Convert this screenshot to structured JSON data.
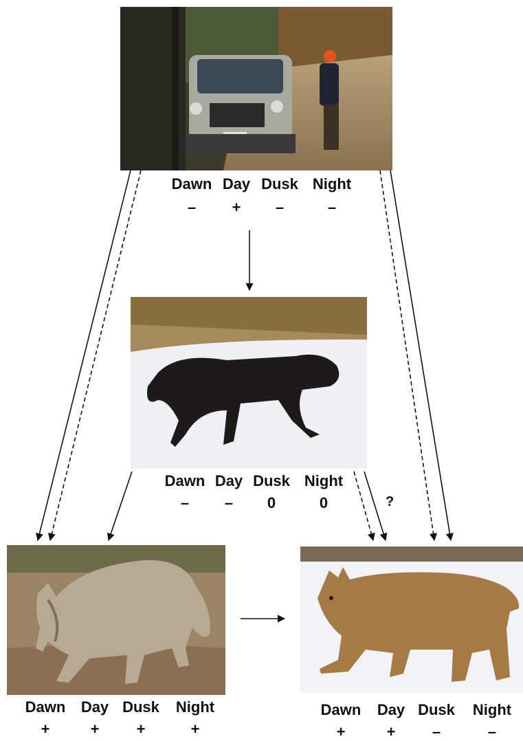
{
  "nodes": {
    "human": {
      "photo_alt": "Vehicle and person",
      "periods": [
        "Dawn",
        "Day",
        "Dusk",
        "Night"
      ],
      "effects": [
        "–",
        "+",
        "–",
        "–"
      ]
    },
    "wolf": {
      "photo_alt": "Wolf",
      "periods": [
        "Dawn",
        "Day",
        "Dusk",
        "Night"
      ],
      "effects": [
        "–",
        "–",
        "0",
        "0"
      ]
    },
    "coyote": {
      "photo_alt": "Coyote",
      "periods": [
        "Dawn",
        "Day",
        "Dusk",
        "Night"
      ],
      "effects": [
        "+",
        "+",
        "+",
        "+"
      ]
    },
    "bobcat": {
      "photo_alt": "Bobcat",
      "periods": [
        "Dawn",
        "Day",
        "Dusk",
        "Night"
      ],
      "effects": [
        "+",
        "+",
        "–",
        "–"
      ]
    }
  },
  "uncertain_label": "?",
  "colors": {
    "arrow": "#111111",
    "text": "#111111"
  }
}
